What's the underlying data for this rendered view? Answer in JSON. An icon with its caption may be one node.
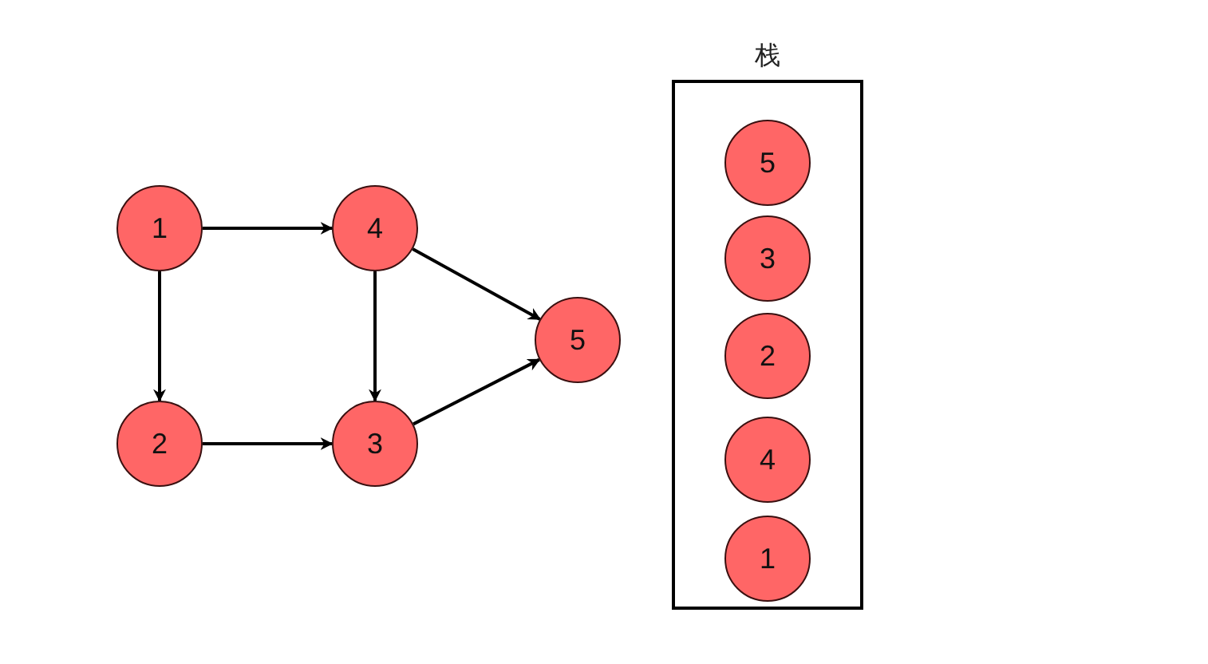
{
  "diagram": {
    "nodes": [
      {
        "text": [
          "1"
        ]
      },
      {
        "text": [
          "4"
        ]
      },
      {
        "text": [
          "5"
        ]
      },
      {
        "text": [
          "2"
        ]
      },
      {
        "text": [
          "3"
        ]
      },
      {
        "text": [
          "栈"
        ]
      },
      {
        "text": [
          "5"
        ],
        "in": 5
      },
      {
        "text": [
          "3"
        ],
        "in": 5
      },
      {
        "text": [
          "2"
        ],
        "in": 5
      },
      {
        "text": [
          "4"
        ],
        "in": 5
      },
      {
        "text": [
          "1"
        ],
        "in": 5
      }
    ],
    "edges": [
      {
        "from": 0,
        "to": 1,
        "arrow": "to"
      },
      {
        "from": 0,
        "to": 3,
        "arrow": "to"
      },
      {
        "from": 1,
        "to": 4,
        "arrow": "to"
      },
      {
        "from": 1,
        "to": 2,
        "arrow": "to"
      },
      {
        "from": 3,
        "to": 4,
        "arrow": "to"
      },
      {
        "from": 4,
        "to": 2,
        "arrow": "to"
      }
    ]
  }
}
